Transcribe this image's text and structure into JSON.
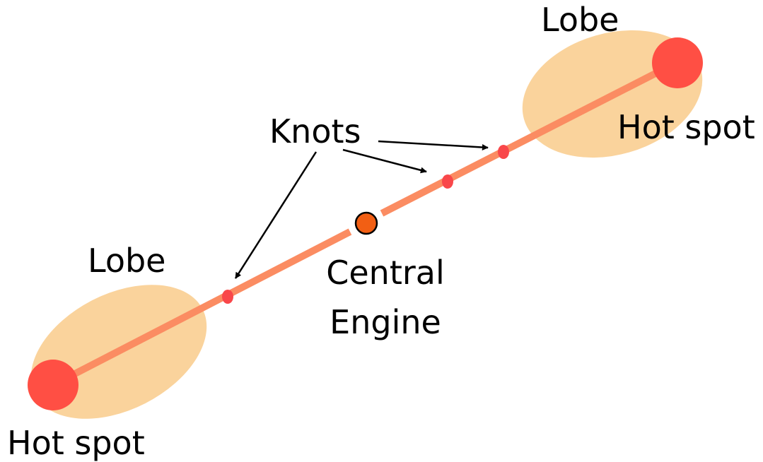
{
  "labels": {
    "lobe_top": "Lobe",
    "lobe_left": "Lobe",
    "hotspot_right": "Hot spot",
    "hotspot_left": "Hot spot",
    "knots": "Knots",
    "central_line1": "Central",
    "central_line2": "Engine"
  },
  "colors": {
    "lobe_fill": "#fad39c",
    "jet": "#fb8c62",
    "hotspot": "#ff4f44",
    "knot": "#f9474a",
    "engine_fill": "#f25f14",
    "engine_stroke": "#000000",
    "arrow": "#000000",
    "text": "#000000"
  }
}
